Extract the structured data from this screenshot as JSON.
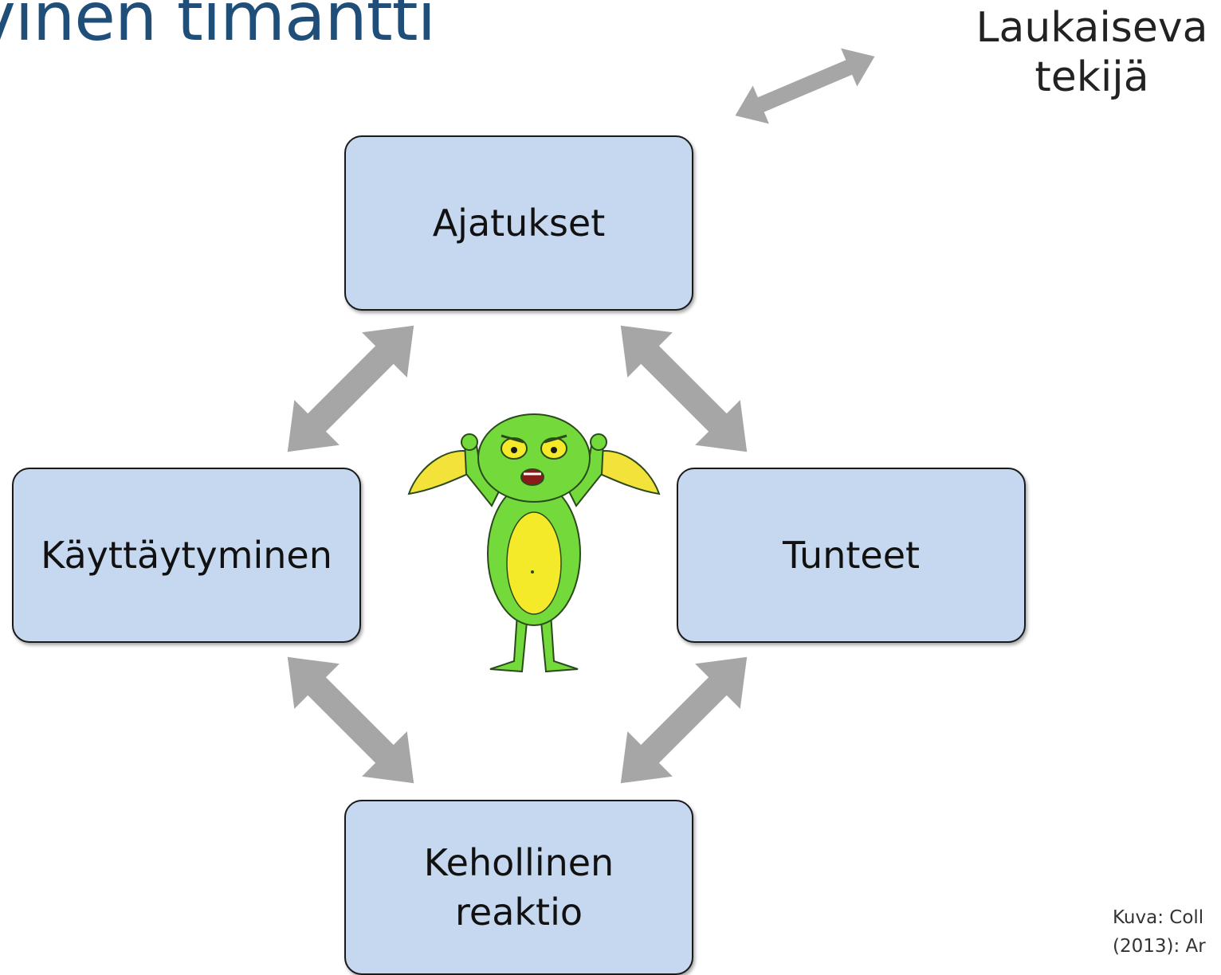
{
  "title": "vinen timantti",
  "trigger": {
    "line1": "Laukaiseva",
    "line2": "tekijä"
  },
  "boxes": {
    "top": "Ajatukset",
    "left": "Käyttäytyminen",
    "right": "Tunteet",
    "bottom_line1": "Kehollinen",
    "bottom_line2": "reaktio"
  },
  "credit": {
    "line1": "Kuva: Coll",
    "line2": "(2013): Ar"
  },
  "colors": {
    "box_fill": "#c6d8ef",
    "arrow": "#a6a6a6",
    "title": "#1f4e79"
  }
}
